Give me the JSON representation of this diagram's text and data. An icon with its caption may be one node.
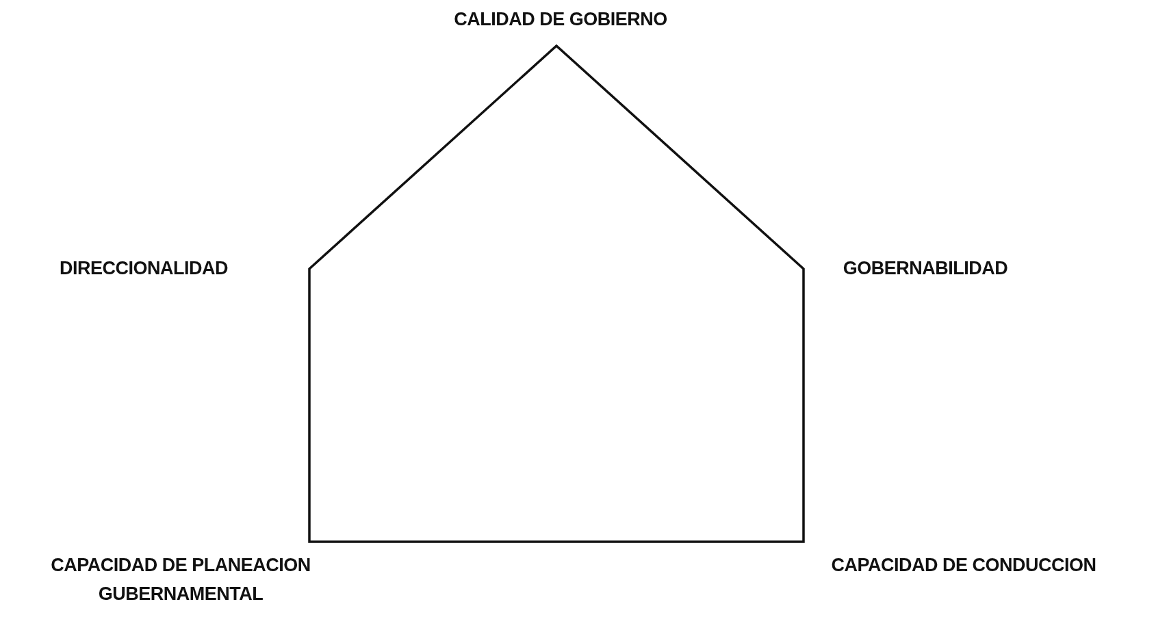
{
  "diagram": {
    "nodes": [
      {
        "text": [],
        "shape": "pentagon"
      }
    ],
    "labels": [
      "CALIDAD DE GOBIERNO",
      "DIRECCIONALIDAD",
      "GOBERNABILIDAD",
      "CAPACIDAD DE PLANEACION GUBERNAMENTAL",
      "CAPACIDAD DE CONDUCCION"
    ]
  }
}
